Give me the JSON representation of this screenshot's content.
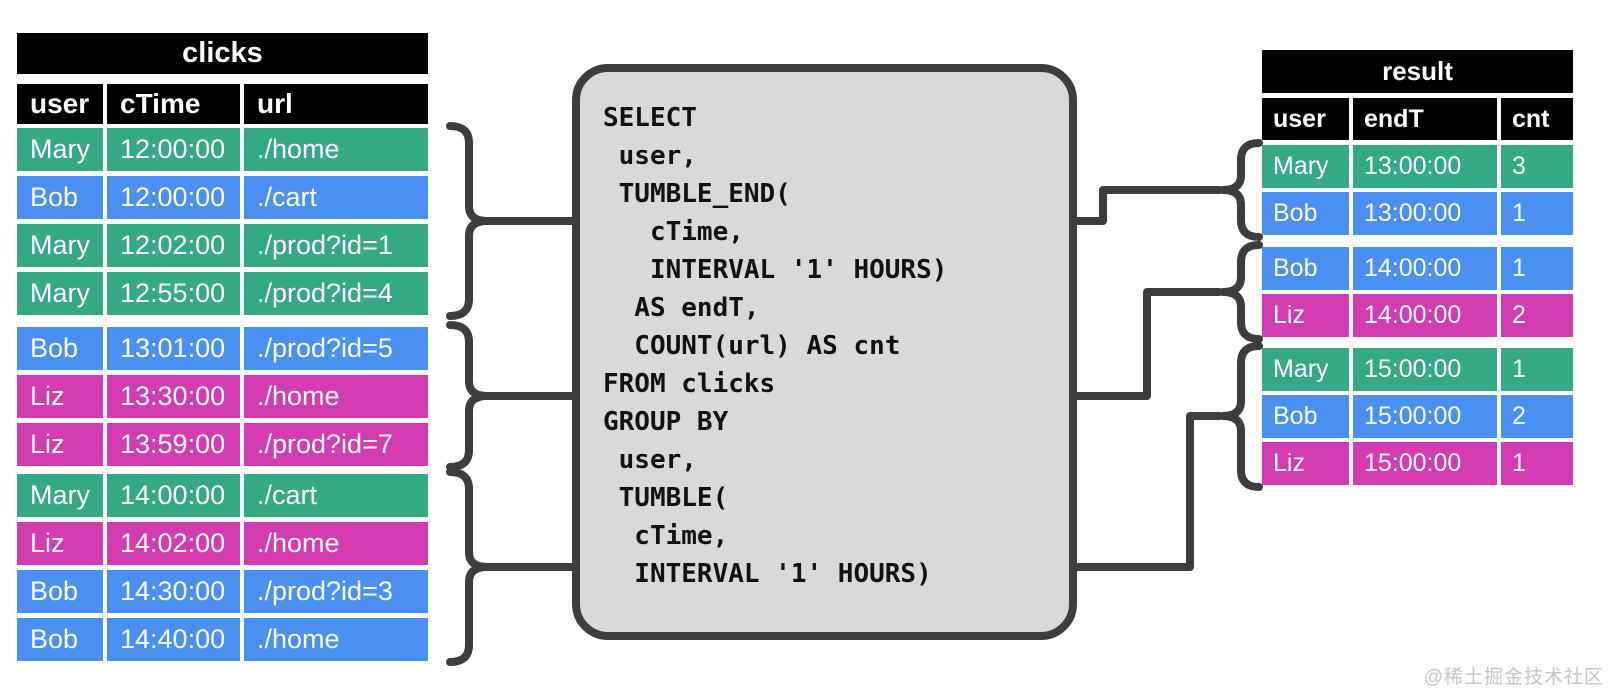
{
  "clicks_table": {
    "title": "clicks",
    "columns": [
      "user",
      "cTime",
      "url"
    ],
    "groups": [
      {
        "rows": [
          {
            "user": "Mary",
            "cTime": "12:00:00",
            "url": "./home",
            "color": "green"
          },
          {
            "user": "Bob",
            "cTime": "12:00:00",
            "url": "./cart",
            "color": "blue"
          },
          {
            "user": "Mary",
            "cTime": "12:02:00",
            "url": "./prod?id=1",
            "color": "green"
          },
          {
            "user": "Mary",
            "cTime": "12:55:00",
            "url": "./prod?id=4",
            "color": "green"
          }
        ]
      },
      {
        "rows": [
          {
            "user": "Bob",
            "cTime": "13:01:00",
            "url": "./prod?id=5",
            "color": "blue"
          },
          {
            "user": "Liz",
            "cTime": "13:30:00",
            "url": "./home",
            "color": "magenta"
          },
          {
            "user": "Liz",
            "cTime": "13:59:00",
            "url": "./prod?id=7",
            "color": "magenta"
          }
        ]
      },
      {
        "rows": [
          {
            "user": "Mary",
            "cTime": "14:00:00",
            "url": "./cart",
            "color": "green"
          },
          {
            "user": "Liz",
            "cTime": "14:02:00",
            "url": "./home",
            "color": "magenta"
          },
          {
            "user": "Bob",
            "cTime": "14:30:00",
            "url": "./prod?id=3",
            "color": "blue"
          },
          {
            "user": "Bob",
            "cTime": "14:40:00",
            "url": "./home",
            "color": "blue"
          }
        ]
      }
    ]
  },
  "sql": {
    "text": "SELECT\n user,\n TUMBLE_END(\n   cTime,\n   INTERVAL '1' HOURS)\n  AS endT,\n  COUNT(url) AS cnt\nFROM clicks\nGROUP BY\n user,\n TUMBLE(\n  cTime,\n  INTERVAL '1' HOURS)"
  },
  "result_table": {
    "title": "result",
    "columns": [
      "user",
      "endT",
      "cnt"
    ],
    "groups": [
      {
        "rows": [
          {
            "user": "Mary",
            "endT": "13:00:00",
            "cnt": "3",
            "color": "green"
          },
          {
            "user": "Bob",
            "endT": "13:00:00",
            "cnt": "1",
            "color": "blue"
          }
        ]
      },
      {
        "rows": [
          {
            "user": "Bob",
            "endT": "14:00:00",
            "cnt": "1",
            "color": "blue"
          },
          {
            "user": "Liz",
            "endT": "14:00:00",
            "cnt": "2",
            "color": "magenta"
          }
        ]
      },
      {
        "rows": [
          {
            "user": "Mary",
            "endT": "15:00:00",
            "cnt": "1",
            "color": "green"
          },
          {
            "user": "Bob",
            "endT": "15:00:00",
            "cnt": "2",
            "color": "blue"
          },
          {
            "user": "Liz",
            "endT": "15:00:00",
            "cnt": "1",
            "color": "magenta"
          }
        ]
      }
    ]
  },
  "colors": {
    "green": "#35a884",
    "blue": "#4a90f0",
    "magenta": "#d23cb0",
    "header_bg": "#000000",
    "line": "#3d3d3d",
    "box_fill": "#d9d9d9",
    "text_on_color": "#ffffff"
  },
  "watermark": "@稀土掘金技术社区"
}
